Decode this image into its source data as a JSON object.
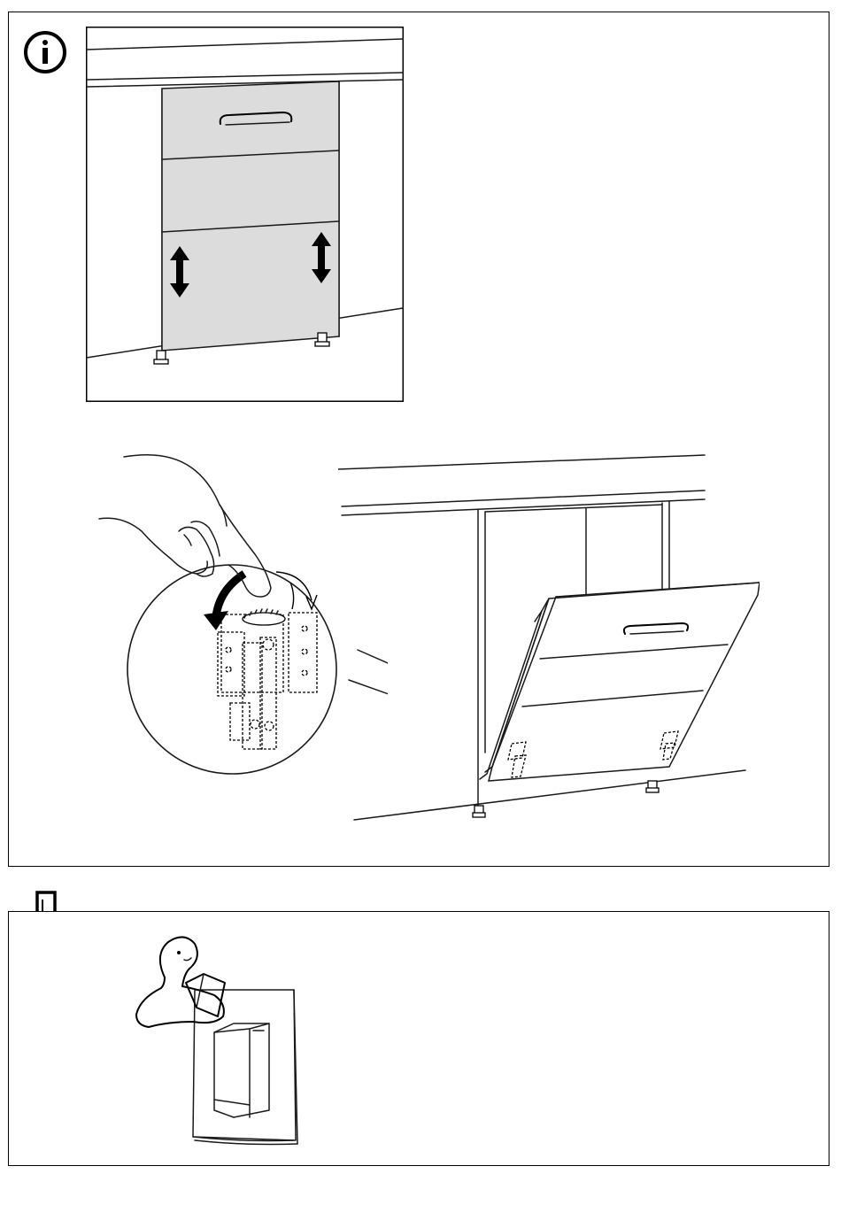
{
  "colors": {
    "line": "#1a1a1a",
    "door_fill": "#dcdcdc",
    "background": "#ffffff"
  },
  "icons": {
    "info": "info-circle-icon",
    "next_step": "down-arrow-icon",
    "height_adjust": "double-arrow-vertical-icon",
    "rotate": "curved-arrow-icon",
    "manual": "manual-reader-icon"
  },
  "illustrations": {
    "door_height": "dishwasher-door-height-adjustment",
    "hinge_detail": "hinge-adjustment-detail",
    "door_open": "dishwasher-door-tilted-open",
    "manual_reference": "refer-to-appliance-manual"
  }
}
